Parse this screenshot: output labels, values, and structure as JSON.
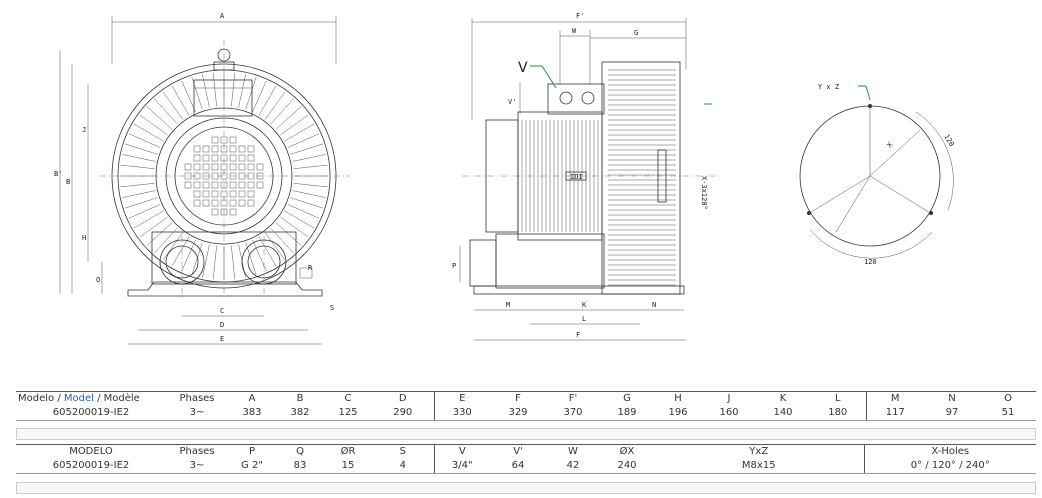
{
  "drawing": {
    "front_view": {
      "A": "A",
      "B": "B",
      "B_prime": "B'",
      "J": "J",
      "H": "H",
      "O": "O",
      "R": "R",
      "S": "S",
      "C": "C",
      "D": "D",
      "E": "E"
    },
    "side_view": {
      "F_prime": "F'",
      "W": "W",
      "G": "G",
      "V": "V",
      "V_prime": "V'",
      "P": "P",
      "M": "M",
      "K": "K",
      "L": "L",
      "N": "N",
      "F": "F",
      "holes_note": "X-3x120°",
      "plate": "IDI"
    },
    "flange_view": {
      "yxz": "Y x Z",
      "x": "X",
      "angle_top": "120",
      "angle_bottom": "120"
    }
  },
  "table1": {
    "model_header": {
      "part1": "Modelo / ",
      "part2": "Model",
      "part3": " / Modèle"
    },
    "headers": [
      "Phases",
      "A",
      "B",
      "C",
      "D",
      "E",
      "F",
      "F'",
      "G",
      "H",
      "J",
      "K",
      "L",
      "M",
      "N",
      "O"
    ],
    "row": {
      "model": "605200019-IE2",
      "values": [
        "3~",
        "383",
        "382",
        "125",
        "290",
        "330",
        "329",
        "370",
        "189",
        "196",
        "160",
        "140",
        "180",
        "117",
        "97",
        "51"
      ]
    }
  },
  "table2": {
    "headers": [
      "MODELO",
      "Phases",
      "P",
      "Q",
      "ØR",
      "S",
      "V",
      "V'",
      "W",
      "ØX",
      "YxZ",
      "X-Holes"
    ],
    "row": [
      "605200019-IE2",
      "3~",
      "G 2\"",
      "83",
      "15",
      "4",
      "3/4\"",
      "64",
      "42",
      "240",
      "M8x15",
      "0° / 120° / 240°"
    ]
  }
}
